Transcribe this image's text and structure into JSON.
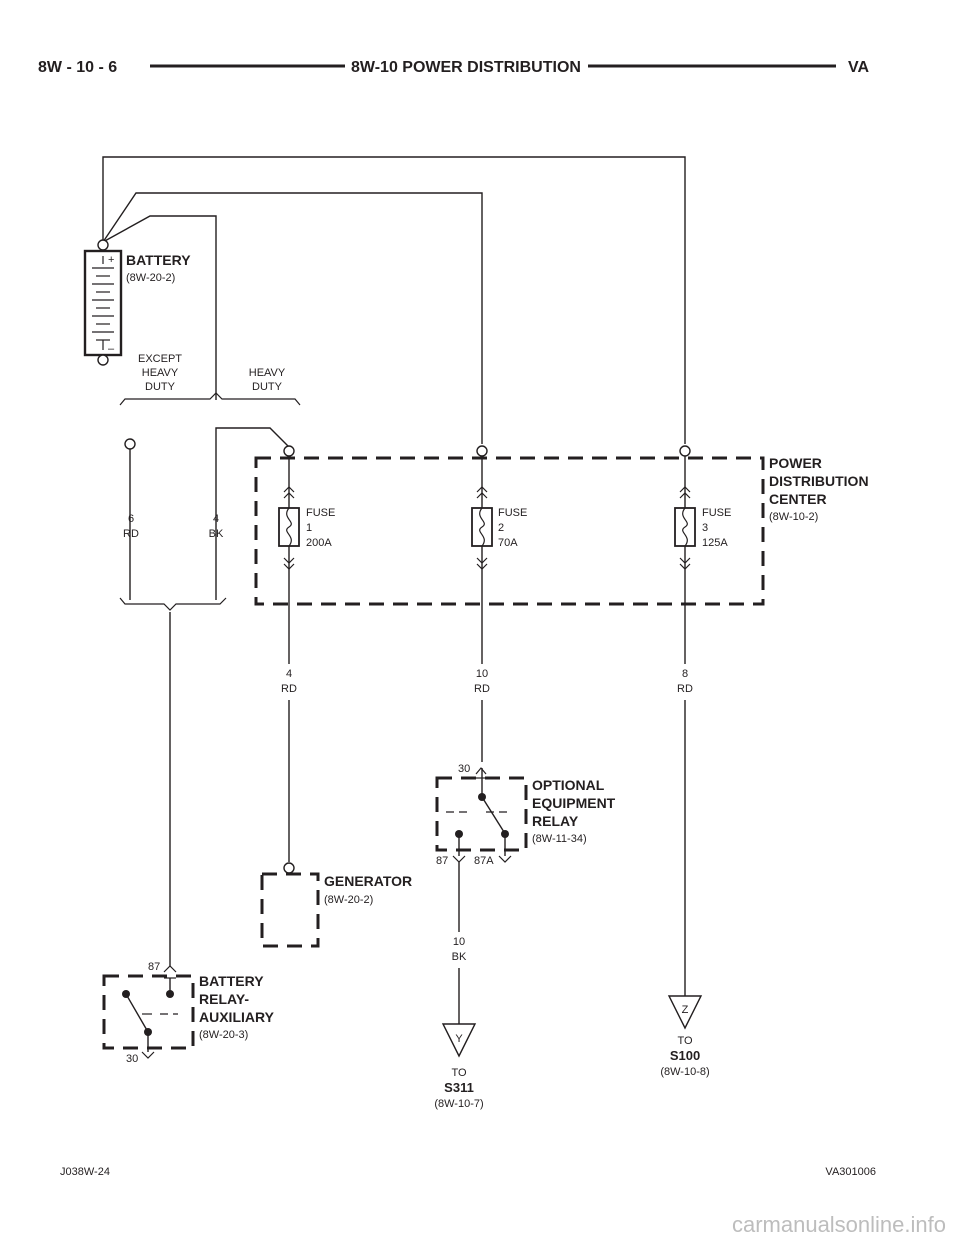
{
  "header": {
    "page_number": "8W - 10 - 6",
    "title": "8W-10 POWER DISTRIBUTION",
    "model_code": "VA"
  },
  "battery": {
    "name": "BATTERY",
    "ref": "(8W-20-2)",
    "pos": "+",
    "neg": "–"
  },
  "splice_labels": {
    "except_heavy_duty": [
      "EXCEPT",
      "HEAVY",
      "DUTY"
    ],
    "heavy_duty": [
      "HEAVY",
      "DUTY"
    ]
  },
  "pdc": {
    "name": [
      "POWER",
      "DISTRIBUTION",
      "CENTER"
    ],
    "ref": "(8W-10-2)"
  },
  "fuses": [
    {
      "label": "FUSE",
      "number": "1",
      "rating": "200A"
    },
    {
      "label": "FUSE",
      "number": "2",
      "rating": "70A"
    },
    {
      "label": "FUSE",
      "number": "3",
      "rating": "125A"
    }
  ],
  "wires": {
    "w6rd": [
      "6",
      "RD"
    ],
    "w4bk": [
      "4",
      "BK"
    ],
    "w4rd": [
      "4",
      "RD"
    ],
    "w10rd": [
      "10",
      "RD"
    ],
    "w8rd": [
      "8",
      "RD"
    ],
    "w10bk": [
      "10",
      "BK"
    ]
  },
  "oe_relay": {
    "name": [
      "OPTIONAL",
      "EQUIPMENT",
      "RELAY"
    ],
    "ref": "(8W-11-34)",
    "pin_30": "30",
    "pin_87": "87",
    "pin_87a": "87A"
  },
  "generator": {
    "name": "GENERATOR",
    "ref": "(8W-20-2)"
  },
  "aux_relay": {
    "name": [
      "BATTERY",
      "RELAY-",
      "AUXILIARY"
    ],
    "ref": "(8W-20-3)",
    "pin_87": "87",
    "pin_30": "30"
  },
  "connectors": {
    "y": {
      "letter": "Y",
      "to": "TO",
      "name": "S311",
      "ref": "(8W-10-7)"
    },
    "z": {
      "letter": "Z",
      "to": "TO",
      "name": "S100",
      "ref": "(8W-10-8)"
    }
  },
  "footer": {
    "left": "J038W-24",
    "right": "VA301006"
  },
  "watermark": "carmanualsonline.info"
}
